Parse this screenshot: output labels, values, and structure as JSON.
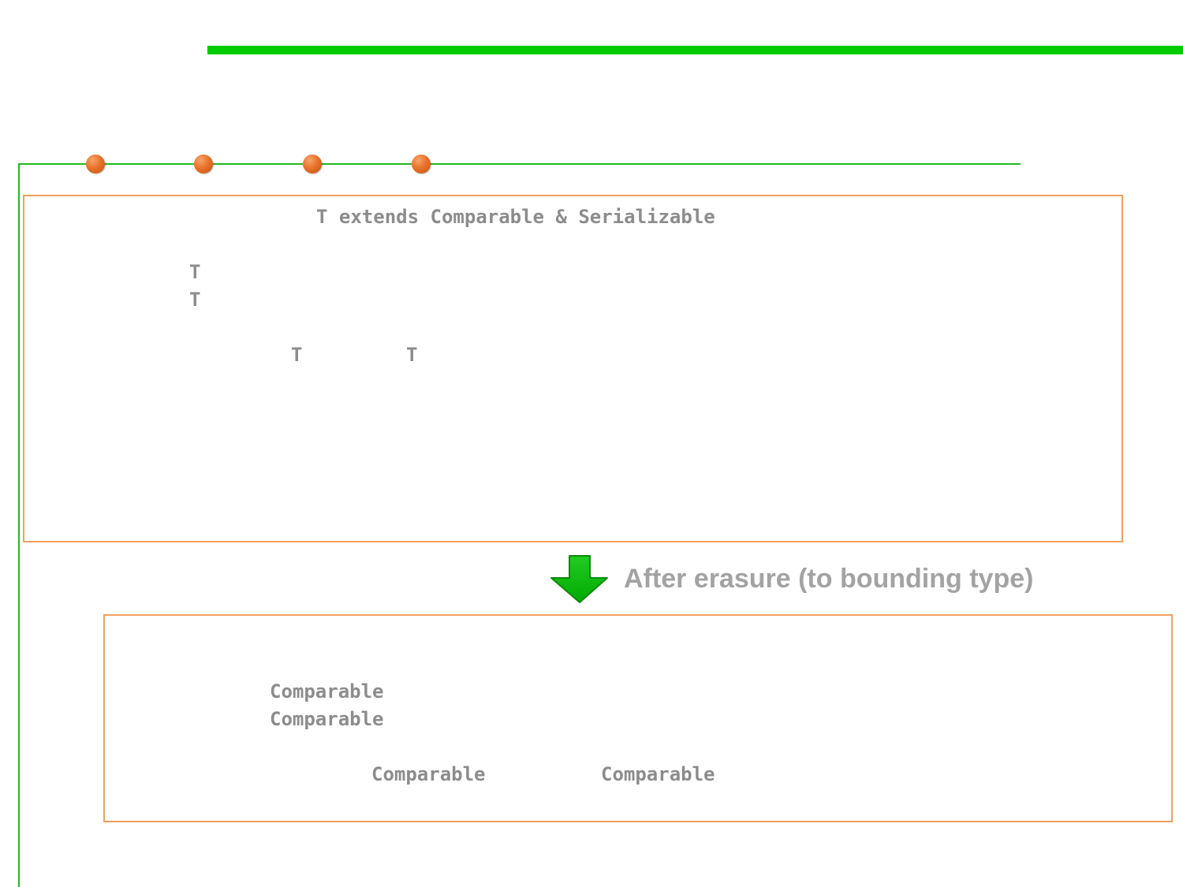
{
  "colors": {
    "accent_bar": "#00cc00",
    "rule": "#22b822",
    "bullet": "#e9722a",
    "box_border": "#f0a060",
    "code_text": "#8c8c8c",
    "caption_text": "#a3a3a3",
    "arrow_fill": "#11bb11"
  },
  "timeline": {
    "bullet_count": 4,
    "bullet_icon": "orange-ball-icon"
  },
  "before_erasure": {
    "bound_clause": "T extends Comparable & Serializable",
    "field_type_1": "T",
    "field_type_2": "T",
    "param_type_1": "T",
    "param_type_2": "T"
  },
  "transition": {
    "arrow_icon": "down-arrow-icon",
    "caption": "After erasure (to bounding type)"
  },
  "after_erasure": {
    "field_type_1": "Comparable",
    "field_type_2": "Comparable",
    "param_type_1": "Comparable",
    "param_type_2": "Comparable"
  }
}
